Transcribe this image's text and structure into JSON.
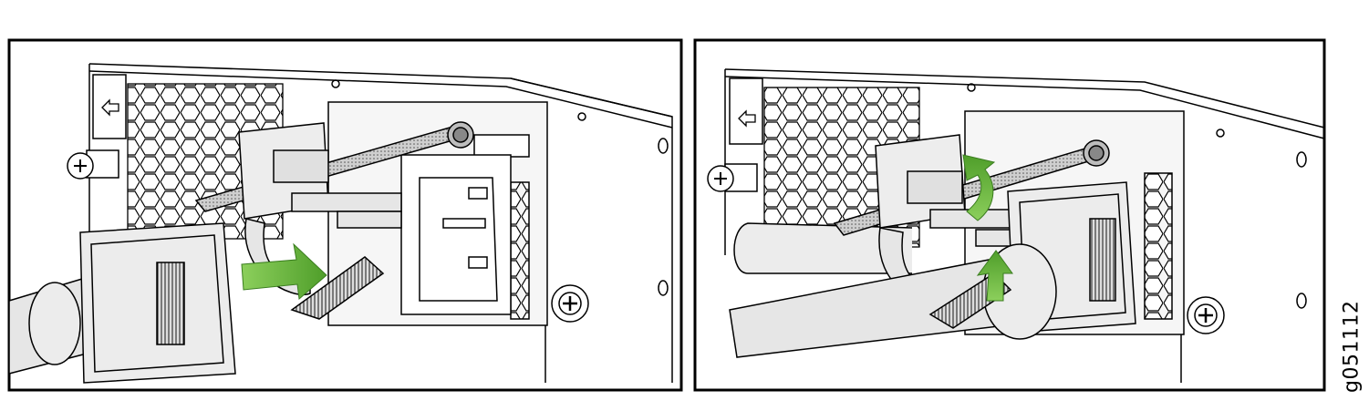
{
  "figure": {
    "id_label": "g051112",
    "panels": [
      {
        "name": "panel-step-1",
        "arrow": "insert-arrow"
      },
      {
        "name": "panel-step-2",
        "arrow": "tighten-arrow"
      }
    ]
  },
  "colors": {
    "line": "#000000",
    "background": "#ffffff",
    "part_fill": "#e6e6e6",
    "part_dark": "#bdbdbd",
    "arrow": "#5aa830",
    "arrow_light": "#8ccf5c"
  },
  "icons": [
    "arrow-left-icon",
    "captive-screw-icon",
    "ground-screw-icon",
    "green-arrow-icon"
  ]
}
